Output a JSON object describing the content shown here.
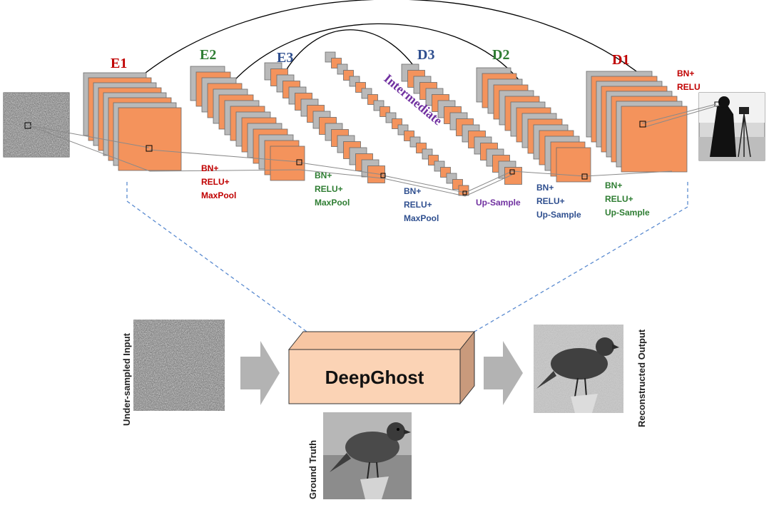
{
  "colors": {
    "orange": "#f4935c",
    "gray": "#b9b9b9",
    "red": "#c00000",
    "green": "#2e7d32",
    "blue": "#2f4f8f",
    "purple": "#7030a0",
    "box_face": "#fbd3b5",
    "box_side": "#c99a7c",
    "arrow": "#b3b3b3",
    "dashed": "#5b8bd0"
  },
  "stages": {
    "E1": "E1",
    "E2": "E2",
    "E3": "E3",
    "D3": "D3",
    "D2": "D2",
    "D1": "D1"
  },
  "ops": {
    "e1": [
      "BN+",
      "RELU+",
      "MaxPool"
    ],
    "e2": [
      "BN+",
      "RELU+",
      "MaxPool"
    ],
    "e3": [
      "BN+",
      "RELU+",
      "MaxPool"
    ],
    "up": [
      "Up-Sample"
    ],
    "d2": [
      "BN+",
      "RELU+",
      "Up-Sample"
    ],
    "d1": [
      "BN+",
      "RELU+",
      "Up-Sample"
    ],
    "final": [
      "BN+",
      "RELU"
    ]
  },
  "intermediate": "Intermediate",
  "model_name": "DeepGhost",
  "labels": {
    "input": "Under-sampled Input",
    "ground_truth": "Ground Truth",
    "output": "Reconstructed Output"
  },
  "icons": {
    "noisy": "noise-texture-icon",
    "camera": "cameraman-photo-icon",
    "bird": "bird-photo-icon"
  }
}
